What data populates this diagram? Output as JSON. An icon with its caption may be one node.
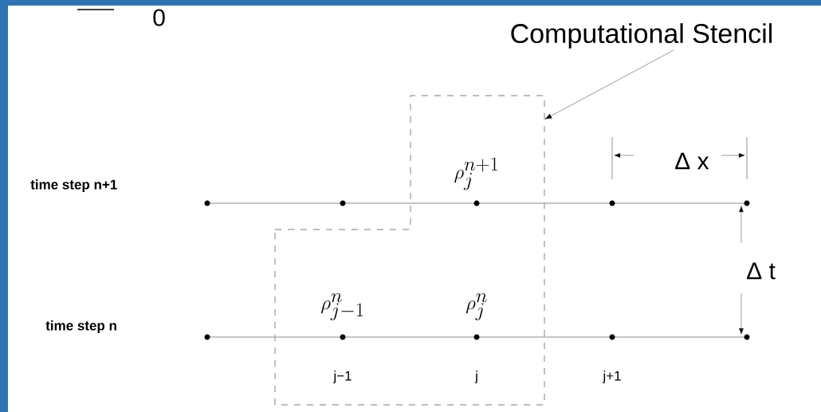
{
  "diagram": {
    "nodes": [
      {
        "text": [
          "Computational Stencil"
        ]
      },
      {
        "text": [],
        "shape": "box"
      }
    ],
    "edges": [
      {
        "from": 0,
        "to": 1,
        "arrow": "to"
      }
    ],
    "labels": [
      "0",
      "time step n+1",
      "\\rho_j^{n+1}",
      "Δ x",
      "Δ t",
      "\\rho_{j-1}^{n}",
      "\\rho_j^{n}",
      "time step n",
      "j−1",
      "j",
      "j+1"
    ]
  }
}
